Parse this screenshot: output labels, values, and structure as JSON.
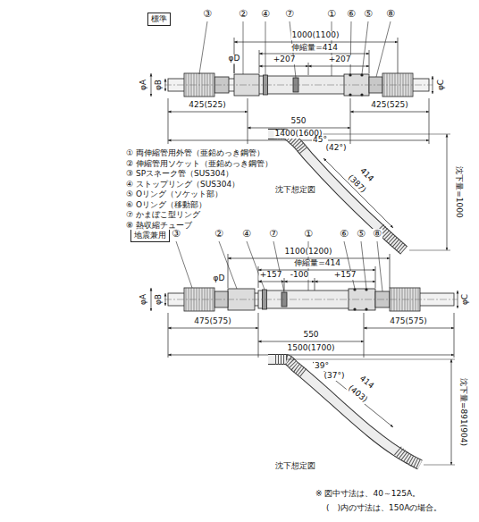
{
  "diagram": {
    "nodes": [
      {
        "text": [
          "標準"
        ]
      },
      {
        "text": [
          "地震兼用"
        ]
      }
    ],
    "labels": [
      "③",
      "②",
      "④",
      "⑦",
      "①",
      "⑥",
      "⑤",
      "⑧",
      "1000(1100)",
      "伸縮量=414",
      "+207",
      "+207",
      "φA",
      "φB",
      "φD",
      "φC",
      "425(525)",
      "550",
      "425(525)",
      "1400(1600)",
      "① 両伸縮管用外管（亜鉛めっき鋼管）",
      "② 伸縮管用ソケット（亜鉛めっき鋼管）",
      "③ SPスネーク管（SUS304）",
      "④ ストップリング（SUS304）",
      "⑤ Oリング（ソケット部）",
      "⑥ Oリング（移動部）",
      "⑦ かまぼこ型リング",
      "⑧ 熱収縮チューブ",
      "45°",
      "(42°)",
      "414",
      "(387)",
      "沈下想定図",
      "沈下量=1000",
      "③",
      "②",
      "④",
      "⑦",
      "①",
      "⑥",
      "⑤",
      "⑧",
      "1100(1200)",
      "伸縮量=414",
      "+157",
      "-100",
      "+157",
      "φA",
      "φB",
      "φD",
      "φC",
      "475(575)",
      "550",
      "475(575)",
      "1500(1700)",
      "39°",
      "(37°)",
      "414",
      "(403)",
      "沈下想定図",
      "沈下量=891(904)",
      "※ 図中寸法は、40～125A。",
      "(　)内の寸法は、150Aの場合。"
    ]
  }
}
